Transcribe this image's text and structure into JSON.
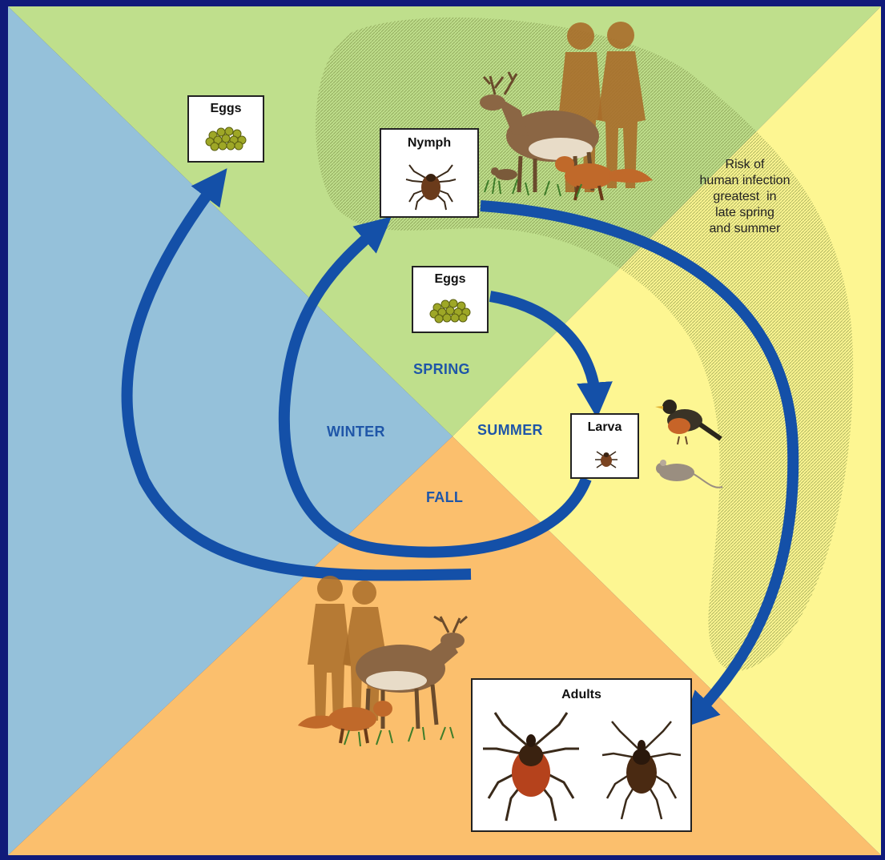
{
  "seasons": {
    "spring": "SPRING",
    "summer": "SUMMER",
    "fall": "FALL",
    "winter": "WINTER"
  },
  "stages": {
    "eggs_outer": "Eggs",
    "eggs_inner": "Eggs",
    "nymph": "Nymph",
    "larva": "Larva",
    "adults": "Adults"
  },
  "risk_note": {
    "lines": [
      "Risk of",
      "human infection",
      "greatest  in",
      "late spring",
      "and summer"
    ]
  },
  "colors": {
    "frame": "#101a7a",
    "winter": "#95c1da",
    "spring": "#bfdf8c",
    "summer": "#fdf692",
    "fall": "#fbbf6d",
    "arrow": "#1450a8",
    "risk_zone": "#6b8e3c",
    "season_text": "#1f56a8"
  },
  "icons": [
    "egg-cluster-icon",
    "tick-icon",
    "deer-icon",
    "human-silhouette-icon",
    "fox-icon",
    "chipmunk-icon",
    "robin-icon",
    "mouse-icon",
    "grass-icon"
  ]
}
